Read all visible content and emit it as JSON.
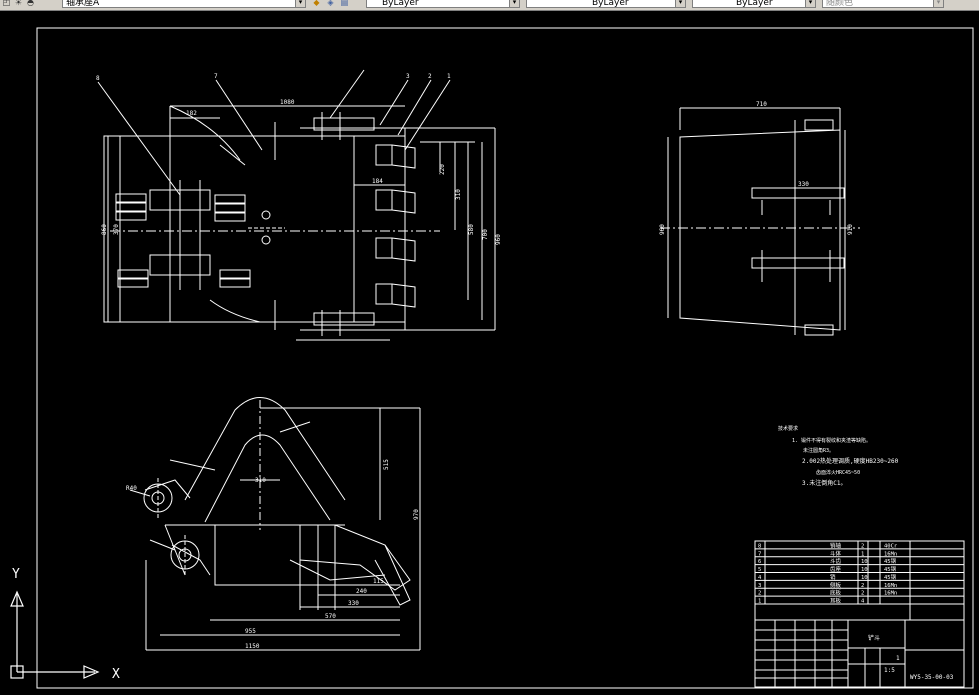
{
  "toolbar": {
    "layer_value": "轴承座A",
    "color_value": "ByLayer",
    "linetype_value": "ByLayer",
    "lineweight_value": "ByLayer",
    "plotstyle_value": "随颜色"
  },
  "drawing": {
    "part_labels": [
      "1",
      "2",
      "3",
      "7",
      "8"
    ],
    "notes_title": "技术要求",
    "notes": [
      "1. 锻件不得有裂纹和夹渣等缺陷。",
      "未注圆角R3。",
      "2.002热处理调质,硬度HB230~260",
      "齿面淬火HRC45~50",
      "3.未注倒角C1。"
    ],
    "parts_list": [
      {
        "no": "8",
        "name": "销轴",
        "qty": "2",
        "material": "40Cr"
      },
      {
        "no": "7",
        "name": "斗体",
        "qty": "1",
        "material": "16Mn"
      },
      {
        "no": "6",
        "name": "斗齿",
        "qty": "10",
        "material": "45钢"
      },
      {
        "no": "5",
        "name": "齿座",
        "qty": "10",
        "material": "45钢"
      },
      {
        "no": "4",
        "name": "销",
        "qty": "10",
        "material": "45钢"
      },
      {
        "no": "3",
        "name": "侧板",
        "qty": "2",
        "material": "16Mn"
      },
      {
        "no": "2",
        "name": "底板",
        "qty": "2",
        "material": "16Mn"
      },
      {
        "no": "1",
        "name": "耳板",
        "qty": "4",
        "material": ""
      }
    ],
    "title_block": {
      "name": "铲斗",
      "drawing_no": "WY5-35-00-03",
      "scale": "1:5",
      "sheet": "1"
    },
    "dims_front": [
      "1080",
      "182",
      "220",
      "310",
      "580",
      "370",
      "700",
      "860",
      "960",
      "184"
    ],
    "dims_side": [
      "710",
      "960",
      "910",
      "330"
    ],
    "dims_bottom": [
      "515",
      "970",
      "1150",
      "955",
      "570",
      "330",
      "240",
      "115",
      "310",
      "R40"
    ],
    "ucs": {
      "y": "Y",
      "x": "X"
    }
  }
}
